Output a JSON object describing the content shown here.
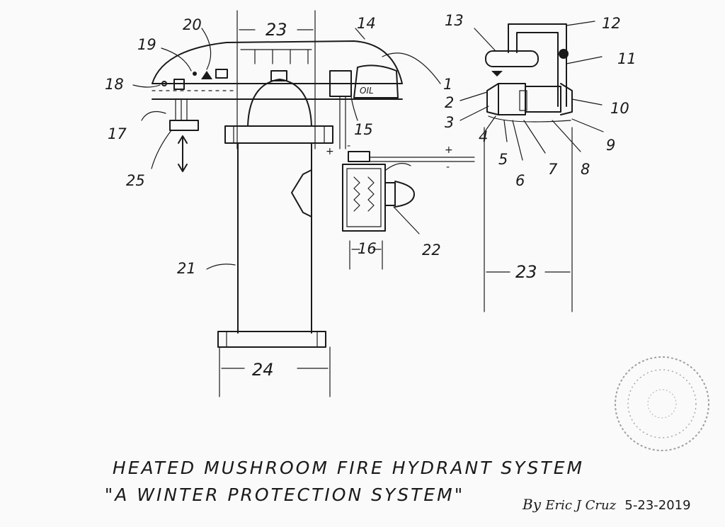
{
  "drawing": {
    "labels": [
      "1",
      "2",
      "3",
      "4",
      "5",
      "6",
      "7",
      "8",
      "9",
      "10",
      "11",
      "12",
      "13",
      "14",
      "15",
      "16",
      "17",
      "18",
      "19",
      "20",
      "21",
      "22",
      "23",
      "23",
      "24",
      "25"
    ],
    "oil_label": "OIL",
    "polarity": {
      "plus_left": "+",
      "minus_left": "-",
      "plus_right": "+",
      "minus_right": "-"
    }
  },
  "title": {
    "line1": "HEATED MUSHROOM FIRE HYDRANT SYSTEM",
    "line2": "\"A WINTER PROTECTION SYSTEM\""
  },
  "signature": {
    "by": "By",
    "name": "Eric J Cruz",
    "date": "5-23-2019"
  },
  "seal": {
    "description": "notary-seal"
  }
}
